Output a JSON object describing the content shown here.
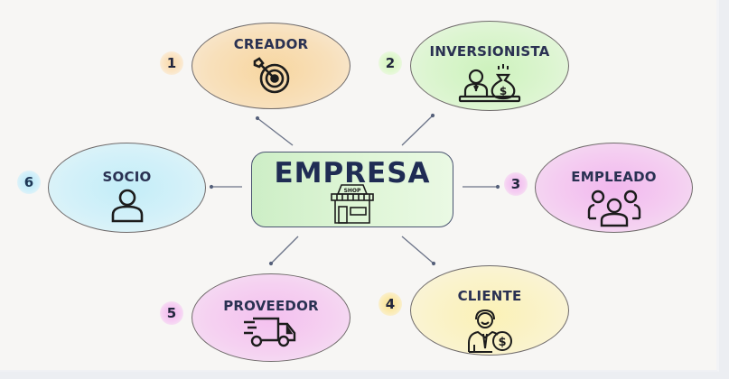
{
  "center": {
    "title": "EMPRESA",
    "icon": "shop-icon",
    "icon_text": "SHOP",
    "color": "#d6f2cf"
  },
  "nodes": [
    {
      "number": "1",
      "label": "CREADOR",
      "icon": "target-icon",
      "color": "#f6d9a8"
    },
    {
      "number": "2",
      "label": "INVERSIONISTA",
      "icon": "investor-money-bag-icon",
      "color": "#d3f3c6"
    },
    {
      "number": "3",
      "label": "EMPLEADO",
      "icon": "group-people-icon",
      "color": "#f4c6ef"
    },
    {
      "number": "4",
      "label": "CLIENTE",
      "icon": "customer-dollar-icon",
      "color": "#fbf3c2"
    },
    {
      "number": "5",
      "label": "PROVEEDOR",
      "icon": "delivery-truck-icon",
      "color": "#f5c9f0"
    },
    {
      "number": "6",
      "label": "SOCIO",
      "icon": "person-icon",
      "color": "#c8eef8"
    }
  ]
}
